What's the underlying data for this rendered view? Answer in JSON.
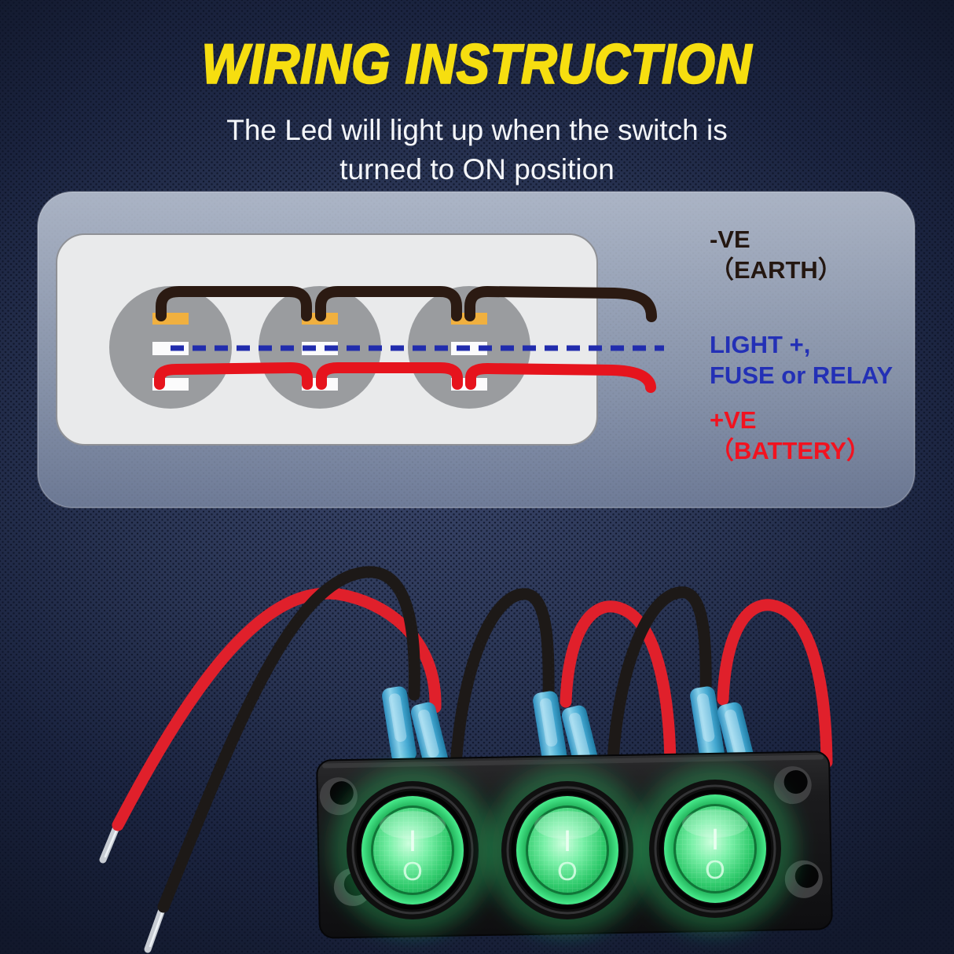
{
  "header": {
    "title": "WIRING INSTRUCTION",
    "subtitle_line1": "The Led will light up when the switch is",
    "subtitle_line2": "turned to ON position"
  },
  "diagram": {
    "labels": {
      "negative": {
        "line1": "-VE",
        "line2": "（EARTH）"
      },
      "signal": {
        "line1": "LIGHT +,",
        "line2": "FUSE or RELAY"
      },
      "positive": {
        "line1": "+VE",
        "line2": "（BATTERY）"
      }
    },
    "switch_count": 3
  },
  "product": {
    "rocker_on_marking": "I",
    "rocker_off_marking": "O"
  },
  "colors": {
    "title_yellow": "#f6de10",
    "background_navy": "#222c4a",
    "glass_panel": "#9aa6bb",
    "wire_negative_black": "#2b1a12",
    "wire_positive_red": "#e6141d",
    "wire_signal_blue": "#212cad",
    "terminal_orange": "#f0b03f",
    "led_green": "#2ed977",
    "connector_blue": "#4db8e0"
  }
}
